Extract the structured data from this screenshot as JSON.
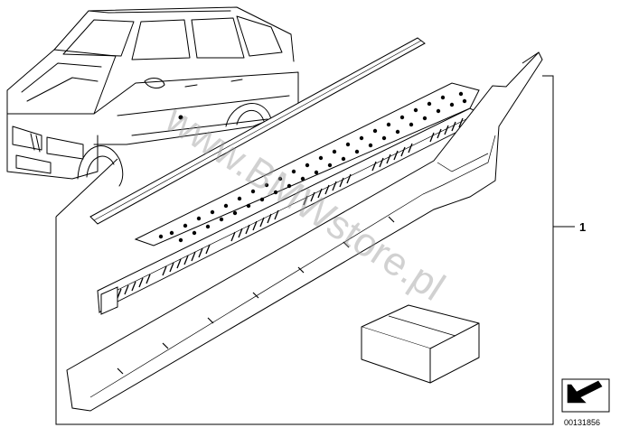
{
  "part_label": "1",
  "diagram_number": "00131856",
  "watermark": "www.BMWstore.pl",
  "icons": [
    "car-outline-icon",
    "package-box-icon",
    "arrow-corner-icon"
  ]
}
